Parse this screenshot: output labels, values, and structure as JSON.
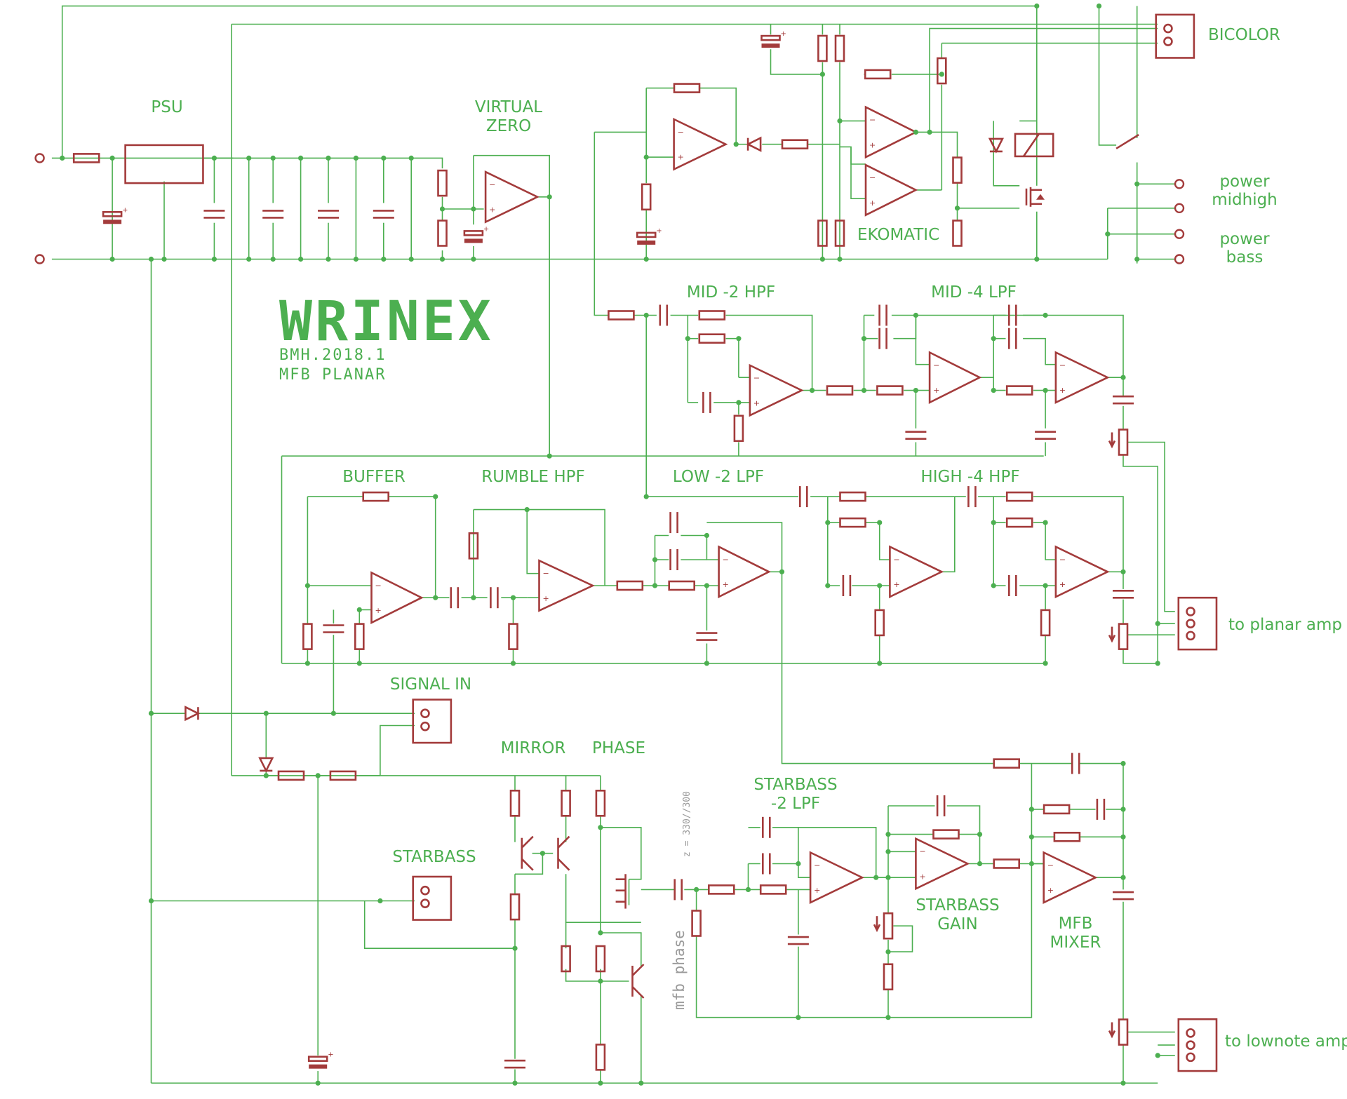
{
  "brand": {
    "logo": "WRINEX",
    "model": "BMH.2018.1",
    "subtitle": "MFB PLANAR"
  },
  "blocks": {
    "psu": "PSU",
    "virtual_zero": [
      "VIRTUAL",
      "ZERO"
    ],
    "bicolor": "BICOLOR",
    "ekomatic": "EKOMATIC",
    "power_midhigh": [
      "power",
      "midhigh"
    ],
    "power_bass": [
      "power",
      "bass"
    ],
    "mid_hpf": "MID -2 HPF",
    "mid_lpf": "MID -4 LPF",
    "buffer": "BUFFER",
    "rumble_hpf": "RUMBLE HPF",
    "low_lpf": "LOW -2 LPF",
    "high_hpf": "HIGH -4 HPF",
    "to_planar_amp": "to planar amp",
    "signal_in": "SIGNAL IN",
    "mirror": "MIRROR",
    "phase": "PHASE",
    "impedance_note": "z = 330//300",
    "starbass_lpf": [
      "STARBASS",
      "-2 LPF"
    ],
    "starbass": "STARBASS",
    "mfb_phase": "mfb phase",
    "starbass_gain": [
      "STARBASS",
      "GAIN"
    ],
    "mfb_mixer": [
      "MFB",
      "MIXER"
    ],
    "to_lownote_amp": "to lownote amp"
  },
  "colors": {
    "wire": "#4caf50",
    "component": "#a33b3b",
    "note": "#9a9a9a"
  }
}
